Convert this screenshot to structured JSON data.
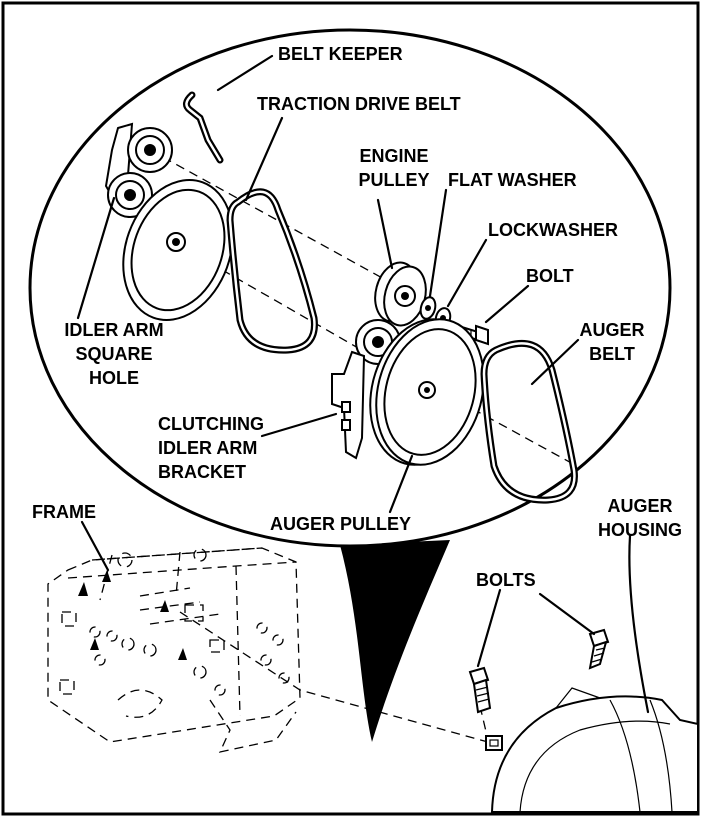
{
  "labels": {
    "belt_keeper": "BELT KEEPER",
    "traction_drive_belt": "TRACTION DRIVE BELT",
    "engine_pulley_1": "ENGINE",
    "engine_pulley_2": "PULLEY",
    "flat_washer": "FLAT WASHER",
    "lockwasher": "LOCKWASHER",
    "bolt": "BOLT",
    "auger_belt_1": "AUGER",
    "auger_belt_2": "BELT",
    "idler_arm_1": "IDLER ARM",
    "idler_arm_2": "SQUARE",
    "idler_arm_3": "HOLE",
    "clutching_1": "CLUTCHING",
    "clutching_2": "IDLER ARM",
    "clutching_3": "BRACKET",
    "frame": "FRAME",
    "auger_pulley": "AUGER PULLEY",
    "auger_housing_1": "AUGER",
    "auger_housing_2": "HOUSING",
    "bolts": "BOLTS"
  }
}
